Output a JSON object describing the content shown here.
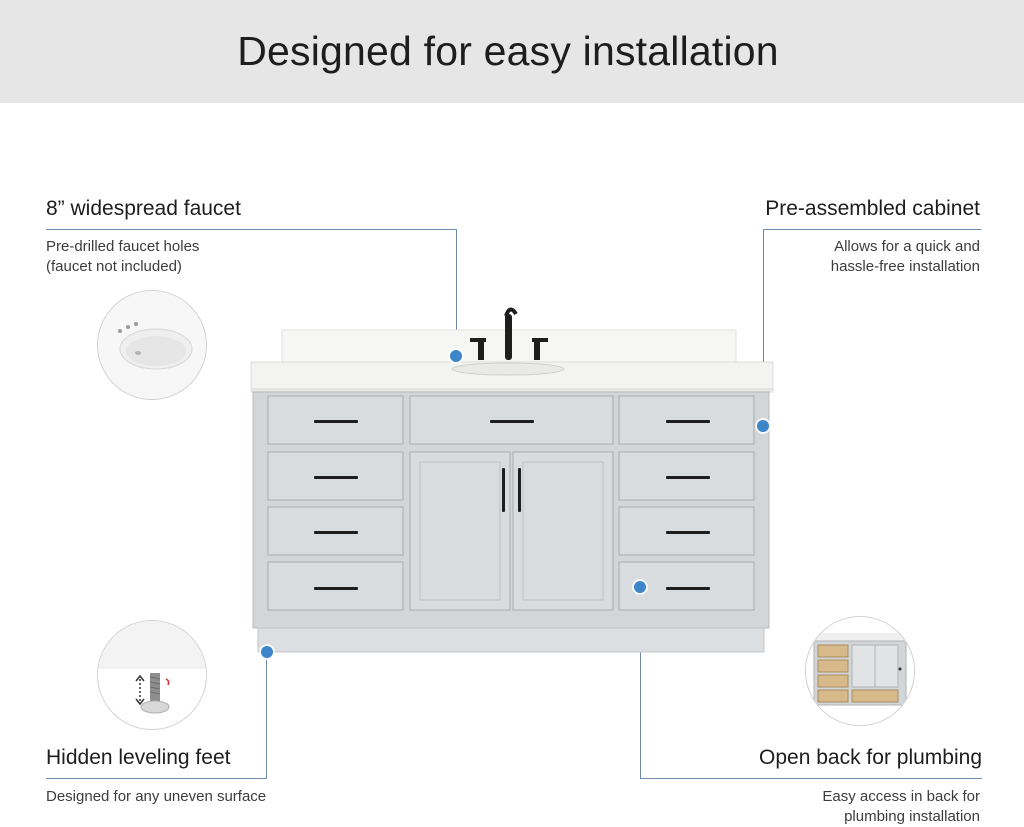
{
  "banner": {
    "title": "Designed for easy installation"
  },
  "callouts": {
    "faucet": {
      "title": "8” widespread faucet",
      "desc_lines": [
        "Pre-drilled faucet holes",
        "(faucet not included)"
      ],
      "icon": "sink-detail-icon"
    },
    "cabinet": {
      "title": "Pre-assembled cabinet",
      "desc_lines": [
        "Allows for  a quick and",
        "hassle-free installation"
      ]
    },
    "feet": {
      "title": "Hidden leveling feet",
      "desc_lines": [
        "Designed for any uneven surface"
      ],
      "icon": "leveling-foot-icon"
    },
    "back": {
      "title": "Open back for plumbing",
      "desc_lines": [
        "Easy access in back for",
        "plumbing installation"
      ],
      "icon": "open-back-icon"
    }
  },
  "colors": {
    "banner_bg": "#e6e6e6",
    "cabinet": "#d3d6d8",
    "countertop": "#f3f3f1",
    "hardware": "#1e1e1e",
    "accent_dot": "#3c86c9",
    "leader_line": "#6d8aa8"
  }
}
